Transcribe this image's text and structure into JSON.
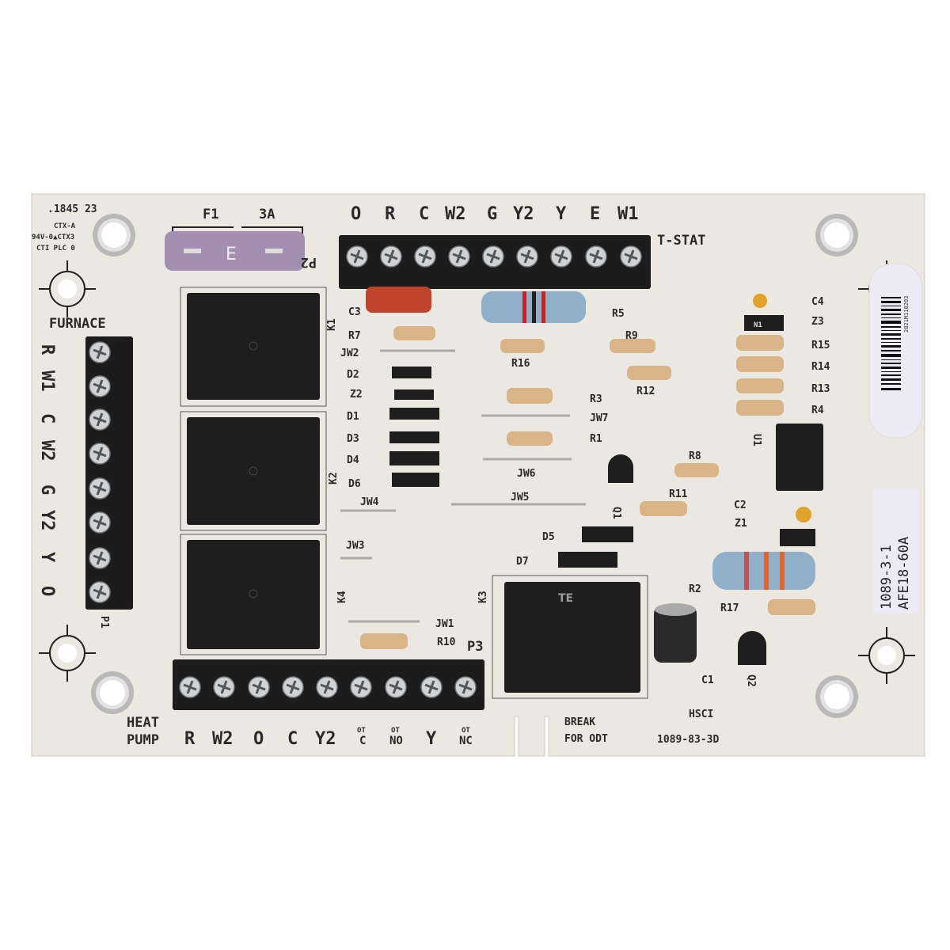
{
  "board": {
    "date_code": ".1845 23",
    "ul_marks": [
      "CTX-A",
      "94V-0▲CTX3",
      "CTI PLC 0"
    ],
    "fuse": {
      "ref": "F1",
      "rating": "3A",
      "marking": "E"
    },
    "tstat": {
      "connector": "P2",
      "title": "T-STAT",
      "terminals": [
        "O",
        "R",
        "C",
        "W2",
        "G",
        "Y2",
        "Y",
        "E",
        "W1"
      ]
    },
    "furnace": {
      "connector": "P1",
      "title": "FURNACE",
      "terminals": [
        "R",
        "W1",
        "C",
        "W2",
        "G",
        "Y2",
        "Y",
        "O"
      ]
    },
    "heat_pump": {
      "connector": "P3",
      "title_line1": "HEAT",
      "title_line2": "PUMP",
      "terminals": [
        "R",
        "W2",
        "O",
        "C",
        "Y2"
      ],
      "ot_terminals": [
        {
          "top": "OT",
          "bottom": "C"
        },
        {
          "top": "OT",
          "bottom": "NO"
        },
        {
          "top": "",
          "bottom": "Y"
        },
        {
          "top": "OT",
          "bottom": "NC"
        }
      ]
    },
    "relays": [
      "K1",
      "K2",
      "K3",
      "K4"
    ],
    "relay_brand": "TE",
    "components": {
      "C3": "C3",
      "R5": "R5",
      "R7": "R7",
      "JW2": "JW2",
      "R16": "R16",
      "R9": "R9",
      "D2": "D2",
      "R12": "R12",
      "Z2": "Z2",
      "R3": "R3",
      "D1": "D1",
      "JW7": "JW7",
      "D3": "D3",
      "R1": "R1",
      "D4": "D4",
      "JW6": "JW6",
      "D6": "D6",
      "JW4": "JW4",
      "JW5": "JW5",
      "Q1": "Q1",
      "R8": "R8",
      "R11": "R11",
      "C4": "C4",
      "Z3": "Z3",
      "N1": "N1",
      "R15": "R15",
      "R14": "R14",
      "R13": "R13",
      "R4": "R4",
      "U1": "U1",
      "C2": "C2",
      "Z1": "Z1",
      "D5": "D5",
      "D7": "D7",
      "R2": "R2",
      "R17": "R17",
      "C1": "C1",
      "Q2": "Q2",
      "JW3": "JW3",
      "JW1": "JW1",
      "R10": "R10"
    },
    "break_line1": "BREAK",
    "break_line2": "FOR ODT",
    "maker": "HSCI",
    "board_number": "1089-83-3D",
    "barcode_text": "2821M110203",
    "part_label_line1": "1089-3-1",
    "part_label_line2": "AFE18-60A"
  },
  "colors": {
    "board": "#ebe7e1",
    "terminal_block": "#1c1c1c",
    "fuse": "#a58fb0",
    "capacitor_red": "#c0442c",
    "resistor_blue": "#8fb0c8",
    "resistor_tan": "#d8b487"
  }
}
